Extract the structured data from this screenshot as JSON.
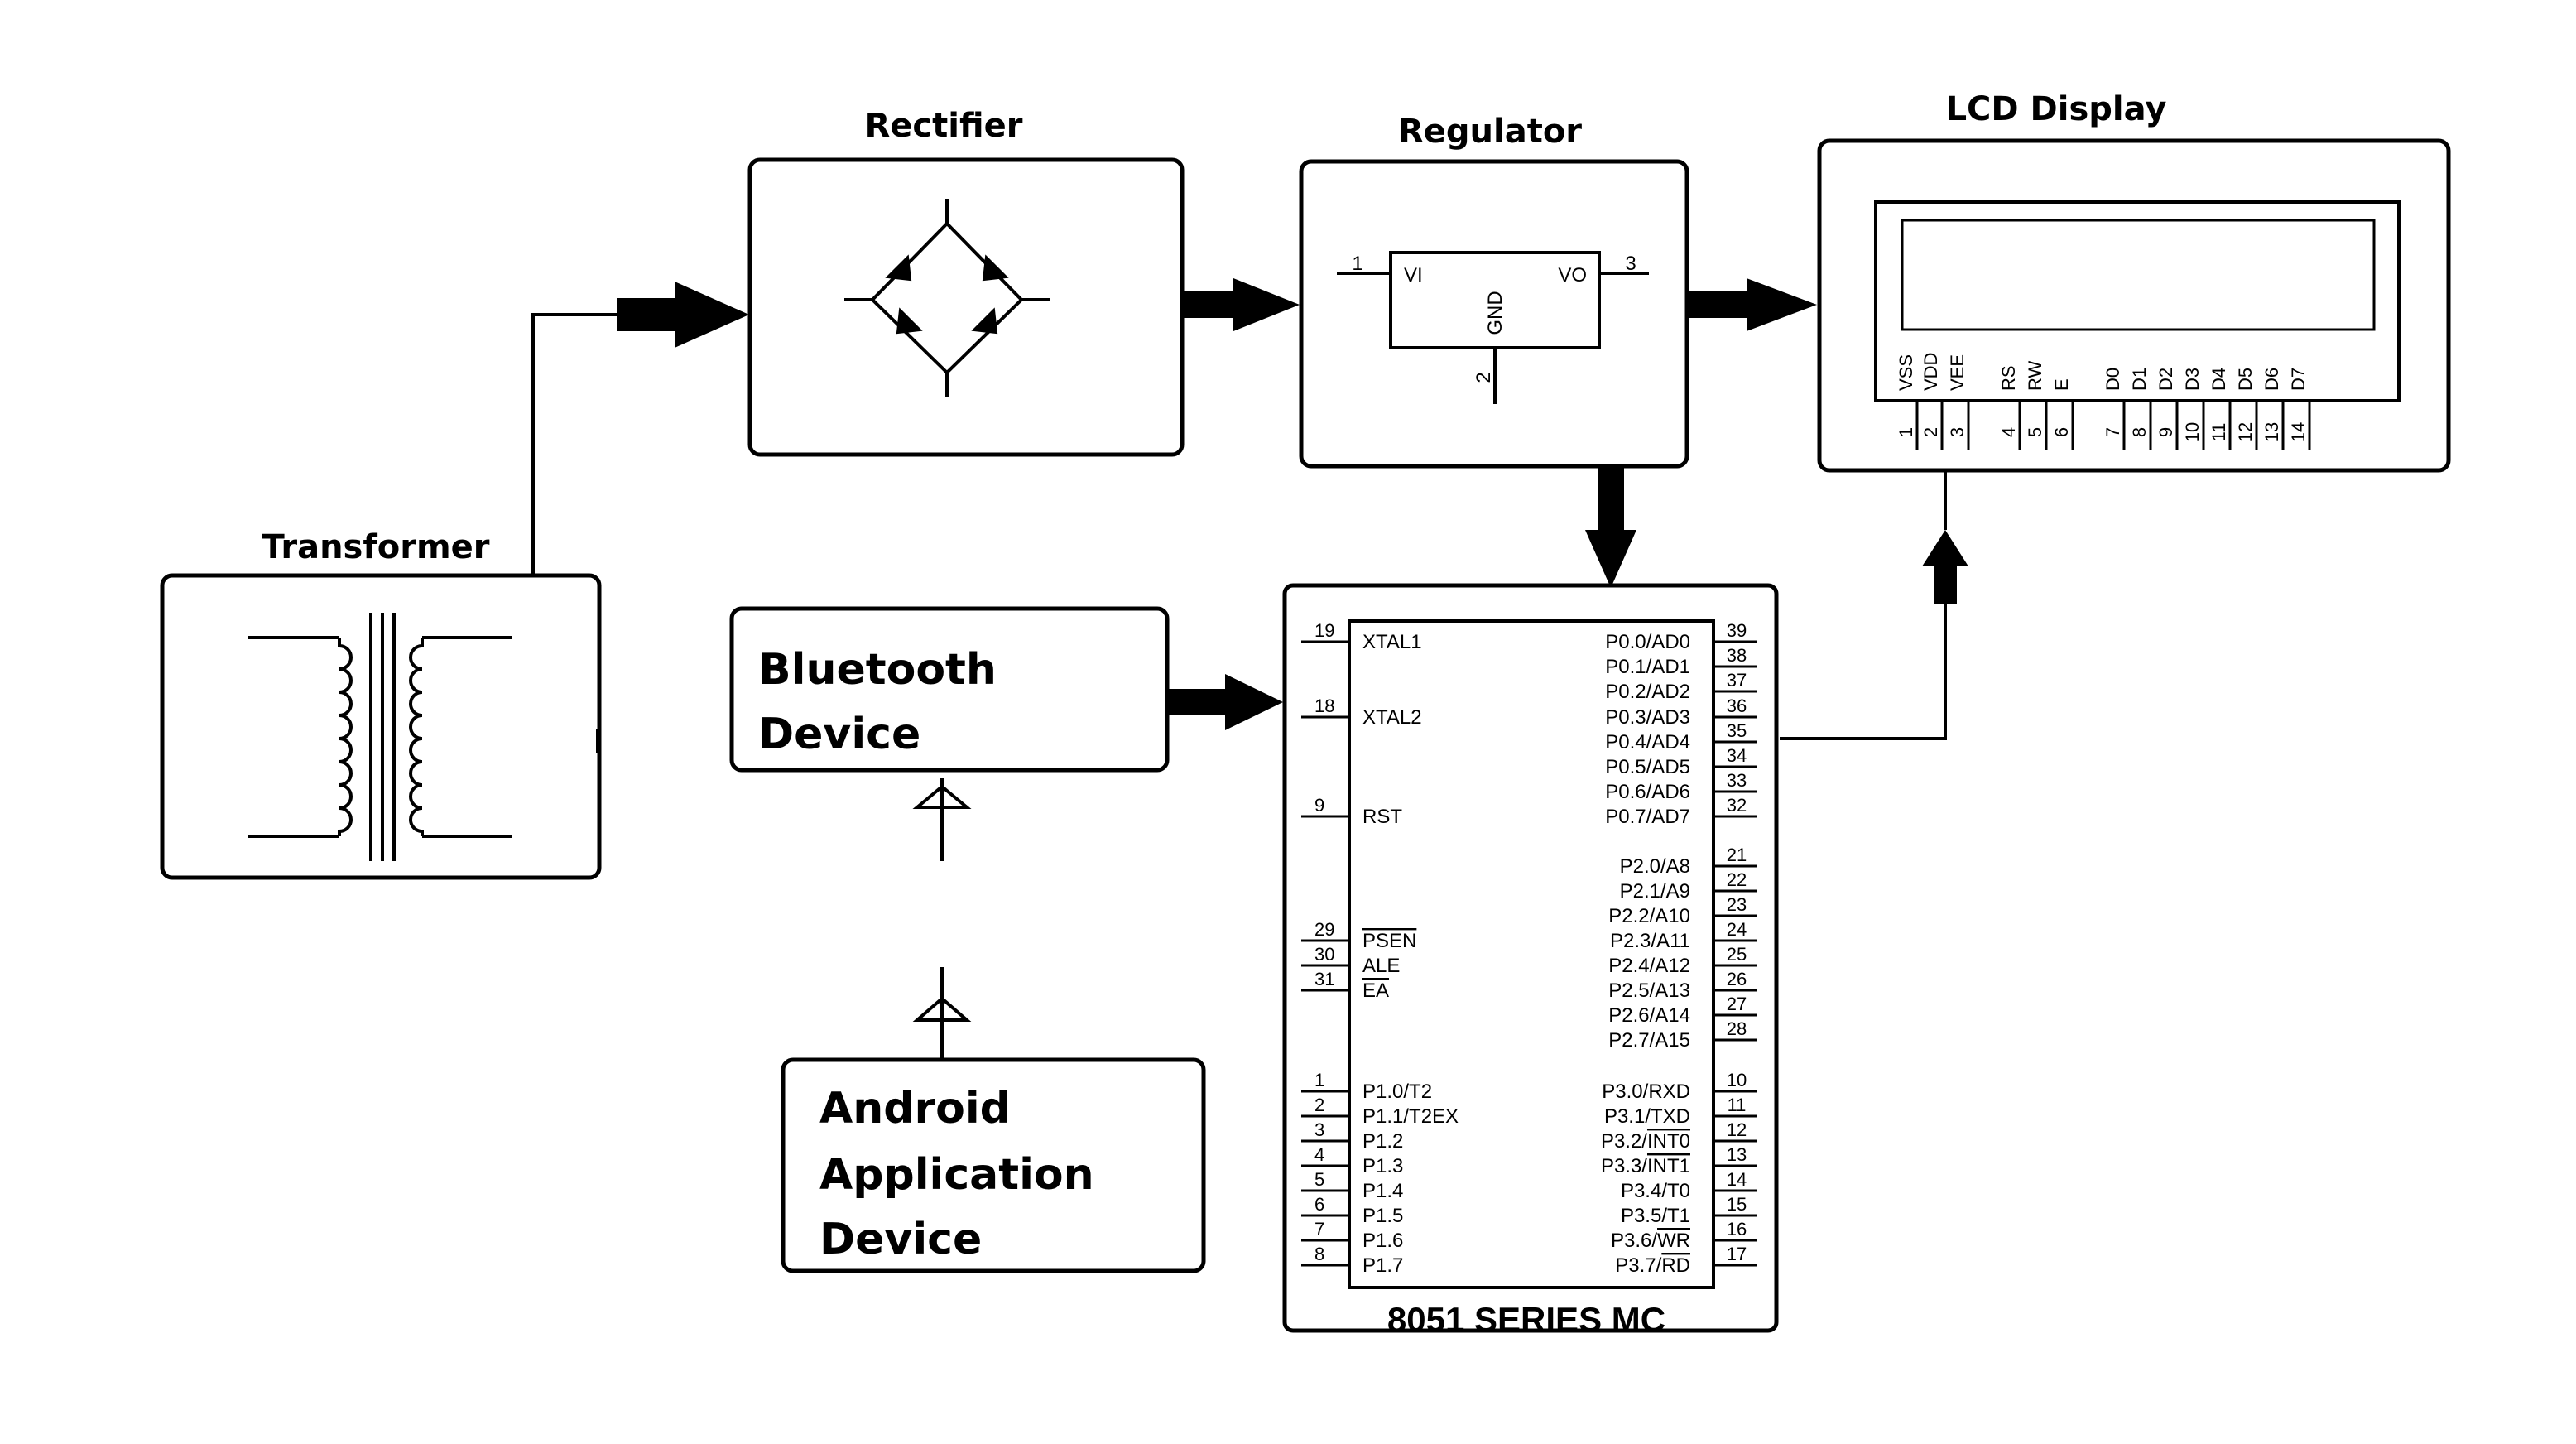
{
  "blocks": {
    "transformer": {
      "title": "Transformer"
    },
    "rectifier": {
      "title": "Rectifier"
    },
    "regulator": {
      "title": "Regulator",
      "pin_vi": "VI",
      "pin_vo": "VO",
      "pin_gnd": "GND",
      "pin1": "1",
      "pin2": "2",
      "pin3": "3"
    },
    "lcd": {
      "title": "LCD Display"
    },
    "bluetooth": {
      "line1": "Bluetooth",
      "line2": "Device"
    },
    "android": {
      "line1": "Android",
      "line2": "Application",
      "line3": "Device"
    },
    "mcu": {
      "title": "8051 SERIES MC"
    }
  },
  "lcd_pins": [
    {
      "num": "1",
      "label": "VSS"
    },
    {
      "num": "2",
      "label": "VDD"
    },
    {
      "num": "3",
      "label": "VEE"
    },
    {
      "num": "4",
      "label": "RS"
    },
    {
      "num": "5",
      "label": "RW"
    },
    {
      "num": "6",
      "label": "E"
    },
    {
      "num": "7",
      "label": "D0"
    },
    {
      "num": "8",
      "label": "D1"
    },
    {
      "num": "9",
      "label": "D2"
    },
    {
      "num": "10",
      "label": "D3"
    },
    {
      "num": "11",
      "label": "D4"
    },
    {
      "num": "12",
      "label": "D5"
    },
    {
      "num": "13",
      "label": "D6"
    },
    {
      "num": "14",
      "label": "D7"
    }
  ],
  "mcu_left_pins": [
    {
      "num": "19",
      "label": "XTAL1"
    },
    {
      "num": "18",
      "label": "XTAL2"
    },
    {
      "num": "9",
      "label": "RST"
    },
    {
      "num": "29",
      "label": "PSEN",
      "overline": true
    },
    {
      "num": "30",
      "label": "ALE"
    },
    {
      "num": "31",
      "label": "EA",
      "overline": true
    },
    {
      "num": "1",
      "label": "P1.0/T2"
    },
    {
      "num": "2",
      "label": "P1.1/T2EX"
    },
    {
      "num": "3",
      "label": "P1.2"
    },
    {
      "num": "4",
      "label": "P1.3"
    },
    {
      "num": "5",
      "label": "P1.4"
    },
    {
      "num": "6",
      "label": "P1.5"
    },
    {
      "num": "7",
      "label": "P1.6"
    },
    {
      "num": "8",
      "label": "P1.7"
    }
  ],
  "mcu_right_pins": [
    {
      "num": "39",
      "label": "P0.0/AD0"
    },
    {
      "num": "38",
      "label": "P0.1/AD1"
    },
    {
      "num": "37",
      "label": "P0.2/AD2"
    },
    {
      "num": "36",
      "label": "P0.3/AD3"
    },
    {
      "num": "35",
      "label": "P0.4/AD4"
    },
    {
      "num": "34",
      "label": "P0.5/AD5"
    },
    {
      "num": "33",
      "label": "P0.6/AD6"
    },
    {
      "num": "32",
      "label": "P0.7/AD7"
    },
    {
      "num": "21",
      "label": "P2.0/A8"
    },
    {
      "num": "22",
      "label": "P2.1/A9"
    },
    {
      "num": "23",
      "label": "P2.2/A10"
    },
    {
      "num": "24",
      "label": "P2.3/A11"
    },
    {
      "num": "25",
      "label": "P2.4/A12"
    },
    {
      "num": "26",
      "label": "P2.5/A13"
    },
    {
      "num": "27",
      "label": "P2.6/A14"
    },
    {
      "num": "28",
      "label": "P2.7/A15"
    },
    {
      "num": "10",
      "label": "P3.0/RXD"
    },
    {
      "num": "11",
      "label": "P3.1/TXD"
    },
    {
      "num": "12",
      "label": "P3.2/",
      "ov": "INT0"
    },
    {
      "num": "13",
      "label": "P3.3/",
      "ov": "INT1"
    },
    {
      "num": "14",
      "label": "P3.4/T0"
    },
    {
      "num": "15",
      "label": "P3.5/T1"
    },
    {
      "num": "16",
      "label": "P3.6/",
      "ov": "WR"
    },
    {
      "num": "17",
      "label": "P3.7/",
      "ov": "RD"
    }
  ]
}
